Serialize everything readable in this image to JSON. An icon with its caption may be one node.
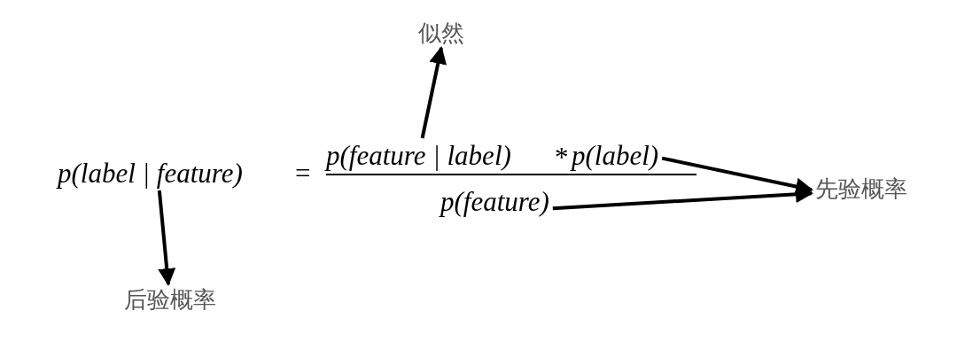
{
  "diagram": {
    "nodes": [
      {
        "text": [
          "似然"
        ]
      },
      {
        "text": [
          "p(label | feature)"
        ]
      },
      {
        "text": [
          "p(feature | label)"
        ]
      },
      {
        "text": [
          "p(label)"
        ]
      },
      {
        "text": [
          "先验概率"
        ]
      },
      {
        "text": [
          "p(feature)"
        ]
      },
      {
        "text": [
          "后验概率"
        ]
      }
    ],
    "edges": [
      {
        "from": 2,
        "to": 0,
        "arrow": "to"
      },
      {
        "from": 3,
        "to": 4,
        "arrow": "to"
      },
      {
        "from": 5,
        "to": 4,
        "arrow": "to"
      },
      {
        "from": 1,
        "to": 6,
        "arrow": "to"
      }
    ],
    "labels": [
      "=",
      "*"
    ]
  }
}
